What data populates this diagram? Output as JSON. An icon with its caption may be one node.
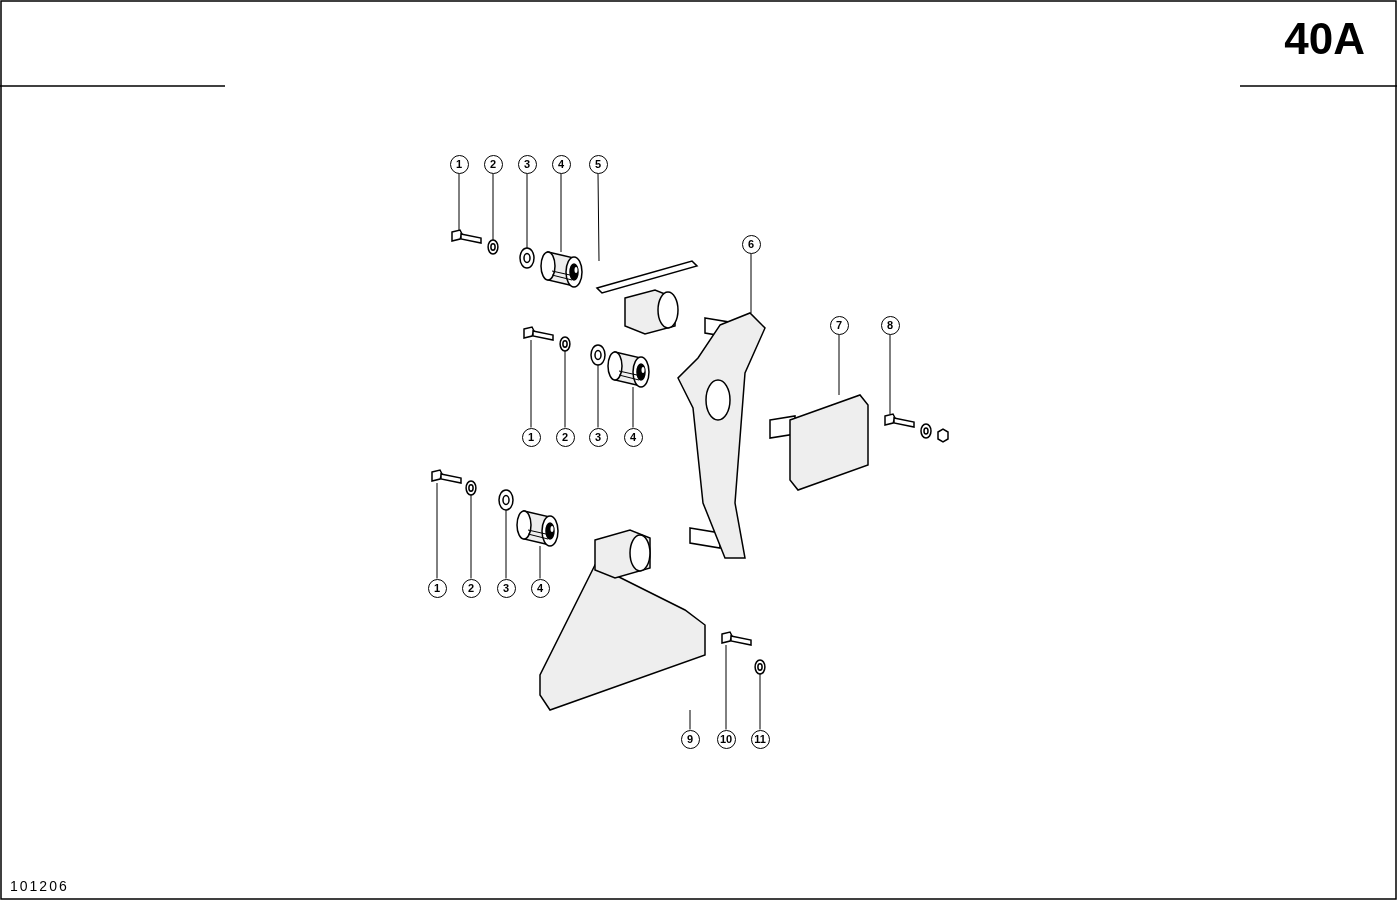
{
  "diagram": {
    "nodes": [
      {
        "text": [
          "1"
        ]
      },
      {
        "text": [
          "2"
        ]
      },
      {
        "text": [
          "3"
        ]
      },
      {
        "text": [
          "4"
        ]
      },
      {
        "text": [
          "5"
        ]
      },
      {
        "text": [
          "6"
        ]
      },
      {
        "text": [
          "7"
        ]
      },
      {
        "text": [
          "8"
        ]
      },
      {
        "text": [
          "1"
        ]
      },
      {
        "text": [
          "2"
        ]
      },
      {
        "text": [
          "3"
        ]
      },
      {
        "text": [
          "4"
        ]
      },
      {
        "text": [
          "1"
        ]
      },
      {
        "text": [
          "2"
        ]
      },
      {
        "text": [
          "3"
        ]
      },
      {
        "text": [
          "4"
        ]
      },
      {
        "text": [
          "9"
        ]
      },
      {
        "text": [
          "10"
        ]
      },
      {
        "text": [
          "11"
        ]
      },
      {
        "text": [],
        "shape": "picture"
      },
      {
        "text": [],
        "shape": "picture"
      },
      {
        "text": [],
        "shape": "picture"
      },
      {
        "text": [],
        "shape": "picture"
      },
      {
        "text": [],
        "shape": "picture"
      },
      {
        "text": [],
        "shape": "picture"
      },
      {
        "text": [],
        "shape": "picture"
      },
      {
        "text": [],
        "shape": "picture"
      },
      {
        "text": [],
        "shape": "picture"
      },
      {
        "text": [],
        "shape": "picture"
      },
      {
        "text": [],
        "shape": "picture"
      },
      {
        "text": [],
        "shape": "picture"
      },
      {
        "text": [],
        "shape": "picture"
      },
      {
        "text": [],
        "shape": "picture"
      },
      {
        "text": [],
        "shape": "picture"
      },
      {
        "text": [],
        "shape": "picture"
      },
      {
        "text": [],
        "shape": "picture"
      },
      {
        "text": [],
        "shape": "picture"
      },
      {
        "text": [],
        "shape": "picture"
      }
    ],
    "edges": [
      {
        "from": 0,
        "to": 19,
        "arrow": "none"
      },
      {
        "from": 1,
        "to": 20,
        "arrow": "none"
      },
      {
        "from": 2,
        "to": 21,
        "arrow": "none"
      },
      {
        "from": 3,
        "to": 22,
        "arrow": "none"
      },
      {
        "from": 4,
        "to": 23,
        "arrow": "none"
      },
      {
        "from": 5,
        "to": 24,
        "arrow": "none"
      },
      {
        "from": 6,
        "to": 25,
        "arrow": "none"
      },
      {
        "from": 7,
        "to": 26,
        "arrow": "none"
      },
      {
        "from": 8,
        "to": 27,
        "arrow": "none"
      },
      {
        "from": 9,
        "to": 28,
        "arrow": "none"
      },
      {
        "from": 10,
        "to": 29,
        "arrow": "none"
      },
      {
        "from": 11,
        "to": 30,
        "arrow": "none"
      },
      {
        "from": 12,
        "to": 31,
        "arrow": "none"
      },
      {
        "from": 13,
        "to": 32,
        "arrow": "none"
      },
      {
        "from": 14,
        "to": 33,
        "arrow": "none"
      },
      {
        "from": 15,
        "to": 34,
        "arrow": "none"
      },
      {
        "from": 16,
        "to": 35,
        "arrow": "none"
      },
      {
        "from": 17,
        "to": 36,
        "arrow": "none"
      },
      {
        "from": 18,
        "to": 37,
        "arrow": "none"
      }
    ],
    "labels": [
      "40A",
      "101206"
    ]
  }
}
